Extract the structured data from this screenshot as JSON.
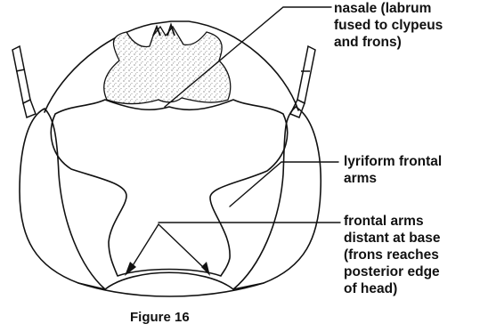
{
  "labels": {
    "nasale": [
      "nasale (labrum",
      "fused to clypeus",
      "and frons)"
    ],
    "lyriform": [
      "lyriform frontal",
      "arms"
    ],
    "frontal_arms": [
      "frontal arms",
      "distant at base",
      "(frons reaches",
      "posterior edge",
      "of head)"
    ]
  },
  "caption": "Figure 16"
}
